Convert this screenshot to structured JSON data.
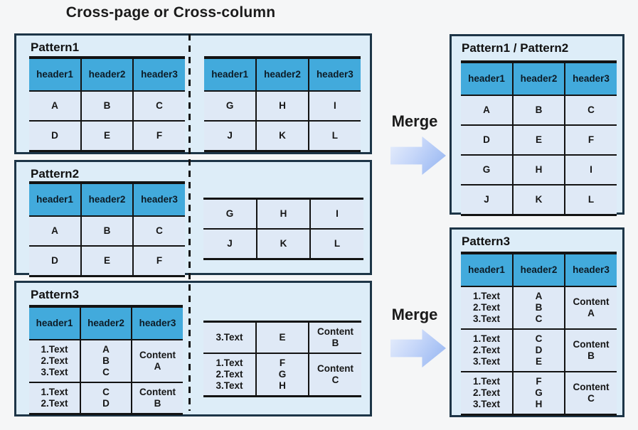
{
  "title": "Cross-page or Cross-column",
  "colors": {
    "page_bg": "#f5f6f7",
    "panel_bg": "#ddedf8",
    "panel_border": "#1d3547",
    "header_bg": "#42aadc",
    "cell_bg": "#dfe9f6",
    "table_border": "#131313",
    "arrow_from": "#e8effc",
    "arrow_to": "#92b3f1"
  },
  "merge_steps": [
    {
      "label": "Merge"
    },
    {
      "label": "Merge"
    }
  ],
  "panels": {
    "pattern1": {
      "label": "Pattern1"
    },
    "pattern2": {
      "label": "Pattern2"
    },
    "pattern3": {
      "label": "Pattern3"
    }
  },
  "results": {
    "merged12": {
      "label": "Pattern1 / Pattern2"
    },
    "merged3": {
      "label": "Pattern3"
    }
  },
  "tables": [
    {
      "id": "p1-left",
      "headers": [
        "header1",
        "header2",
        "header3"
      ],
      "rows": [
        [
          "A",
          "B",
          "C"
        ],
        [
          "D",
          "E",
          "F"
        ]
      ]
    },
    {
      "id": "p1-right",
      "headers": [
        "header1",
        "header2",
        "header3"
      ],
      "rows": [
        [
          "G",
          "H",
          "I"
        ],
        [
          "J",
          "K",
          "L"
        ]
      ]
    },
    {
      "id": "p2-left",
      "headers": [
        "header1",
        "header2",
        "header3"
      ],
      "rows": [
        [
          "A",
          "B",
          "C"
        ],
        [
          "D",
          "E",
          "F"
        ]
      ]
    },
    {
      "id": "p2-right",
      "headers": null,
      "rows": [
        [
          "G",
          "H",
          "I"
        ],
        [
          "J",
          "K",
          "L"
        ]
      ]
    },
    {
      "id": "p3-left",
      "headers": [
        "header1",
        "header2",
        "header3"
      ],
      "rows": [
        [
          "1.Text\n2.Text\n3.Text",
          "A\nB\nC",
          "Content\nA"
        ],
        [
          "1.Text\n2.Text",
          "C\nD",
          "Content\nB"
        ]
      ]
    },
    {
      "id": "p3-right",
      "headers": null,
      "rows": [
        [
          "3.Text",
          "E",
          "Content\nB"
        ],
        [
          "1.Text\n2.Text\n3.Text",
          "F\nG\nH",
          "Content\nC"
        ]
      ]
    },
    {
      "id": "r1",
      "headers": [
        "header1",
        "header2",
        "header3"
      ],
      "rows": [
        [
          "A",
          "B",
          "C"
        ],
        [
          "D",
          "E",
          "F"
        ],
        [
          "G",
          "H",
          "I"
        ],
        [
          "J",
          "K",
          "L"
        ]
      ]
    },
    {
      "id": "r2",
      "headers": [
        "header1",
        "header2",
        "header3"
      ],
      "rows": [
        [
          "1.Text\n2.Text\n3.Text",
          "A\nB\nC",
          "Content\nA"
        ],
        [
          "1.Text\n2.Text\n3.Text",
          "C\nD\nE",
          "Content\nB"
        ],
        [
          "1.Text\n2.Text\n3.Text",
          "F\nG\nH",
          "Content\nC"
        ]
      ]
    }
  ]
}
